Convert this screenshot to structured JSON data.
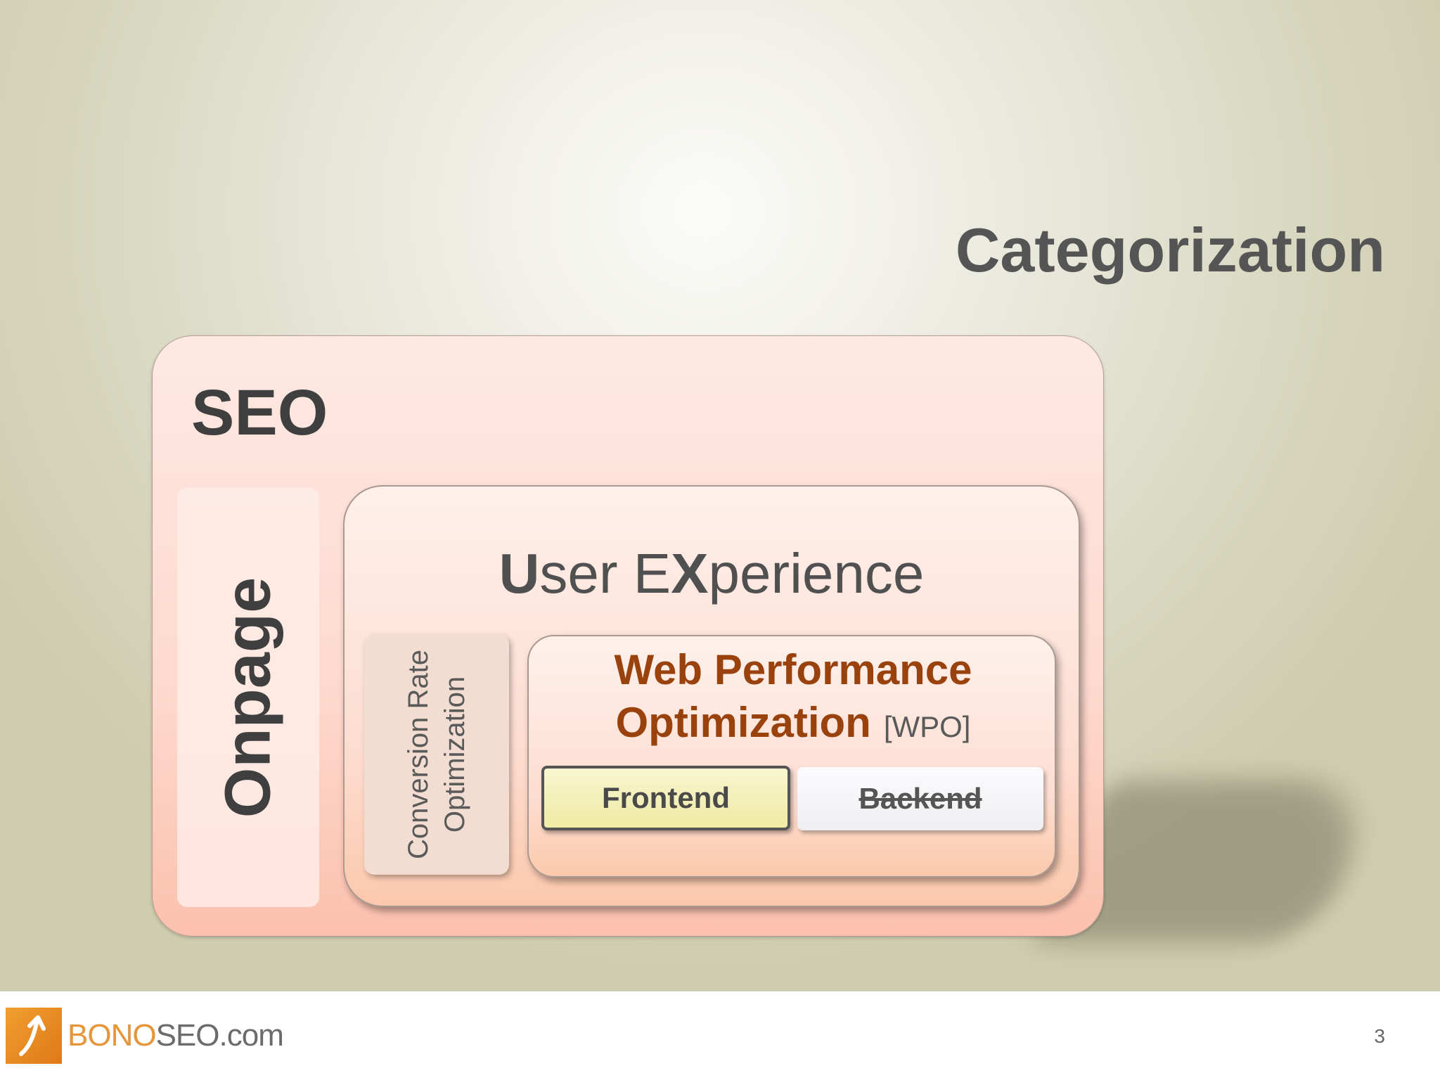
{
  "slide": {
    "title": "Categorization",
    "page_number": "3"
  },
  "diagram": {
    "seo": {
      "label": "SEO"
    },
    "onpage": {
      "label": "Onpage"
    },
    "user_experience": {
      "label_part1_bold": "U",
      "label_part2": "ser E",
      "label_part3_bold": "X",
      "label_part4": "perience"
    },
    "cro": {
      "line1": "Conversion Rate",
      "line2": "Optimization"
    },
    "wpo": {
      "line1": "Web Performance",
      "line2": "Optimization",
      "abbr": "[WPO]"
    },
    "frontend": {
      "label": "Frontend"
    },
    "backend": {
      "label": "Backend",
      "struck_through": true
    }
  },
  "footer": {
    "logo_part1": "BONO",
    "logo_part2": "SEO.com"
  },
  "colors": {
    "title": "#555555",
    "wpo_title": "#99420d",
    "frontend_fill": "#efeaa4",
    "seo_box": "#fdd9cd"
  }
}
